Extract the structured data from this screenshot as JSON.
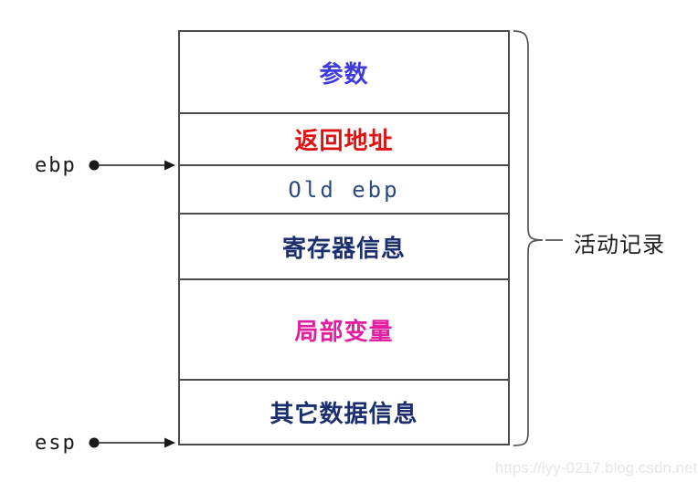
{
  "stack": {
    "rows": [
      {
        "label": "参数",
        "color": "#3b3be0"
      },
      {
        "label": "返回地址",
        "color": "#e01111"
      },
      {
        "label": "Old ebp",
        "color": "#2e4a7d",
        "mono": true
      },
      {
        "label": "寄存器信息",
        "color": "#1b2f6e"
      },
      {
        "label": "局部变量",
        "color": "#e020a0"
      },
      {
        "label": "其它数据信息",
        "color": "#1b2f6e"
      }
    ]
  },
  "pointers": {
    "ebp": {
      "label": "ebp"
    },
    "esp": {
      "label": "esp"
    }
  },
  "brace": {
    "label": "活动记录"
  },
  "watermark": {
    "text": "https://lyy-0217.blog.csdn.net"
  },
  "colors": {
    "box_border": "#4a4a4a",
    "arrow": "#1a1a1a",
    "brace": "#555555",
    "brace_label": "#1c1c1c",
    "watermark": "#e7e7ea"
  }
}
